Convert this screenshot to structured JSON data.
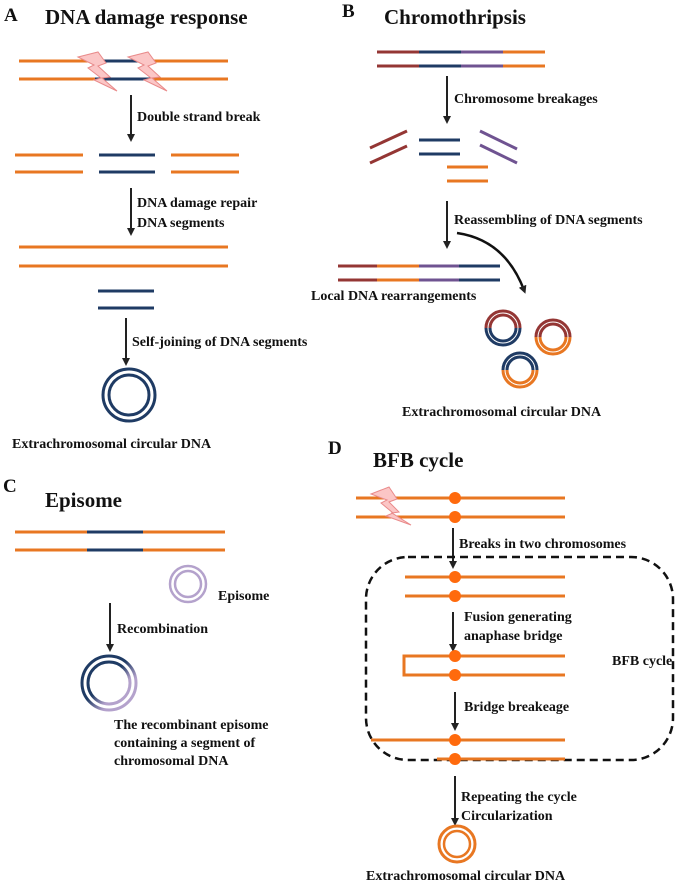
{
  "colors": {
    "orange": "#E87722",
    "navy": "#1F3B64",
    "maroon": "#943634",
    "purple": "#6F5391",
    "lavender": "#B4A2CC",
    "bolt_fill": "#FBC6C6",
    "bolt_stroke": "#E98A8A",
    "arrow": "#222222",
    "centromere": "#FF6A0D"
  },
  "panels": {
    "A": {
      "letter": "A",
      "title": "DNA damage response",
      "steps": [
        "Double strand break",
        "DNA damage repair",
        "DNA segments",
        "Self-joining of DNA segments"
      ],
      "result": "Extrachromosomal circular DNA"
    },
    "B": {
      "letter": "B",
      "title": "Chromothripsis",
      "steps": [
        "Chromosome breakages",
        "Reassembling of DNA segments"
      ],
      "rearrangement_label": "Local DNA rearrangements",
      "result": "Extrachromosomal circular DNA"
    },
    "C": {
      "letter": "C",
      "title": "Episome",
      "episome_label": "Episome",
      "steps": [
        "Recombination"
      ],
      "result_lines": [
        "The recombinant episome",
        "containing a segment of",
        "chromosomal DNA"
      ]
    },
    "D": {
      "letter": "D",
      "title": "BFB cycle",
      "steps": [
        "Breaks in two chromosomes",
        "Fusion generating",
        "anaphase bridge",
        "Bridge breakeage",
        "Repeating the cycle",
        "Circularization"
      ],
      "cycle_label": "BFB cycle",
      "result": "Extrachromosomal circular DNA"
    }
  }
}
